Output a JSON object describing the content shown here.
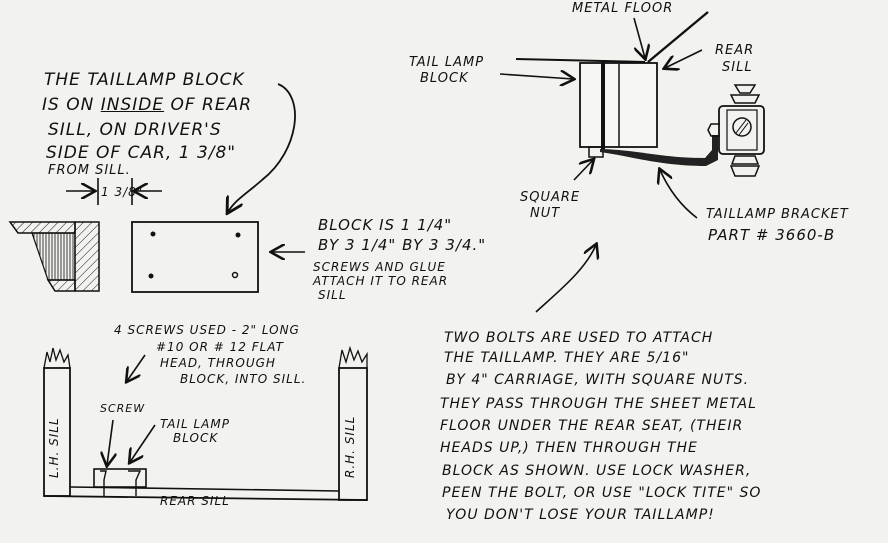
{
  "note_block_location": {
    "lines": [
      "THE TAILLAMP BLOCK",
      "IS ON INSIDE OF REAR",
      "SILL, ON DRIVER'S",
      "SIDE OF CAR, 1 3/8\"",
      "FROM SILL."
    ],
    "line2_prefix": "IS ON ",
    "line2_emph": "INSIDE",
    "line2_suffix": " OF REAR"
  },
  "dimension_label": "1 3/8\"",
  "labels_top_view": {
    "metal_floor": "METAL FLOOR",
    "tail_lamp_block": [
      "TAIL LAMP",
      "BLOCK"
    ],
    "rear_sill": [
      "REAR",
      "SILL"
    ],
    "square_nut": [
      "SQUARE",
      "NUT"
    ],
    "bracket": [
      "TAILLAMP BRACKET",
      "PART # 3660-B"
    ]
  },
  "note_block_size": {
    "lines": [
      "BLOCK IS 1 1/4\"",
      "BY 3 1/4\" BY 3 3/4.\""
    ],
    "sub": [
      "SCREWS AND GLUE",
      "ATTACH IT TO REAR",
      "SILL"
    ]
  },
  "note_screws": [
    "4 SCREWS USED - 2\" LONG",
    "#10 OR # 12 FLAT",
    "HEAD, THROUGH",
    "BLOCK, INTO SILL."
  ],
  "labels_frame": {
    "screw": "SCREW",
    "tail_lamp_block": [
      "TAIL LAMP",
      "BLOCK"
    ],
    "lh_sill": "L.H. SILL",
    "rh_sill": "R.H. SILL",
    "rear_sill": "REAR SILL"
  },
  "note_bolts": [
    "TWO BOLTS ARE USED TO ATTACH",
    "THE TAILLAMP. THEY ARE 5/16\"",
    "BY 4\" CARRIAGE, WITH SQUARE NUTS.",
    "THEY PASS THROUGH THE SHEET METAL",
    "FLOOR UNDER THE REAR SEAT, (THEIR",
    "HEADS UP,) THEN THROUGH THE",
    "BLOCK AS SHOWN. USE LOCK WASHER,",
    "PEEN THE BOLT, OR USE \"LOCK TITE\" SO",
    "YOU DON'T LOSE YOUR TAILLAMP!"
  ]
}
